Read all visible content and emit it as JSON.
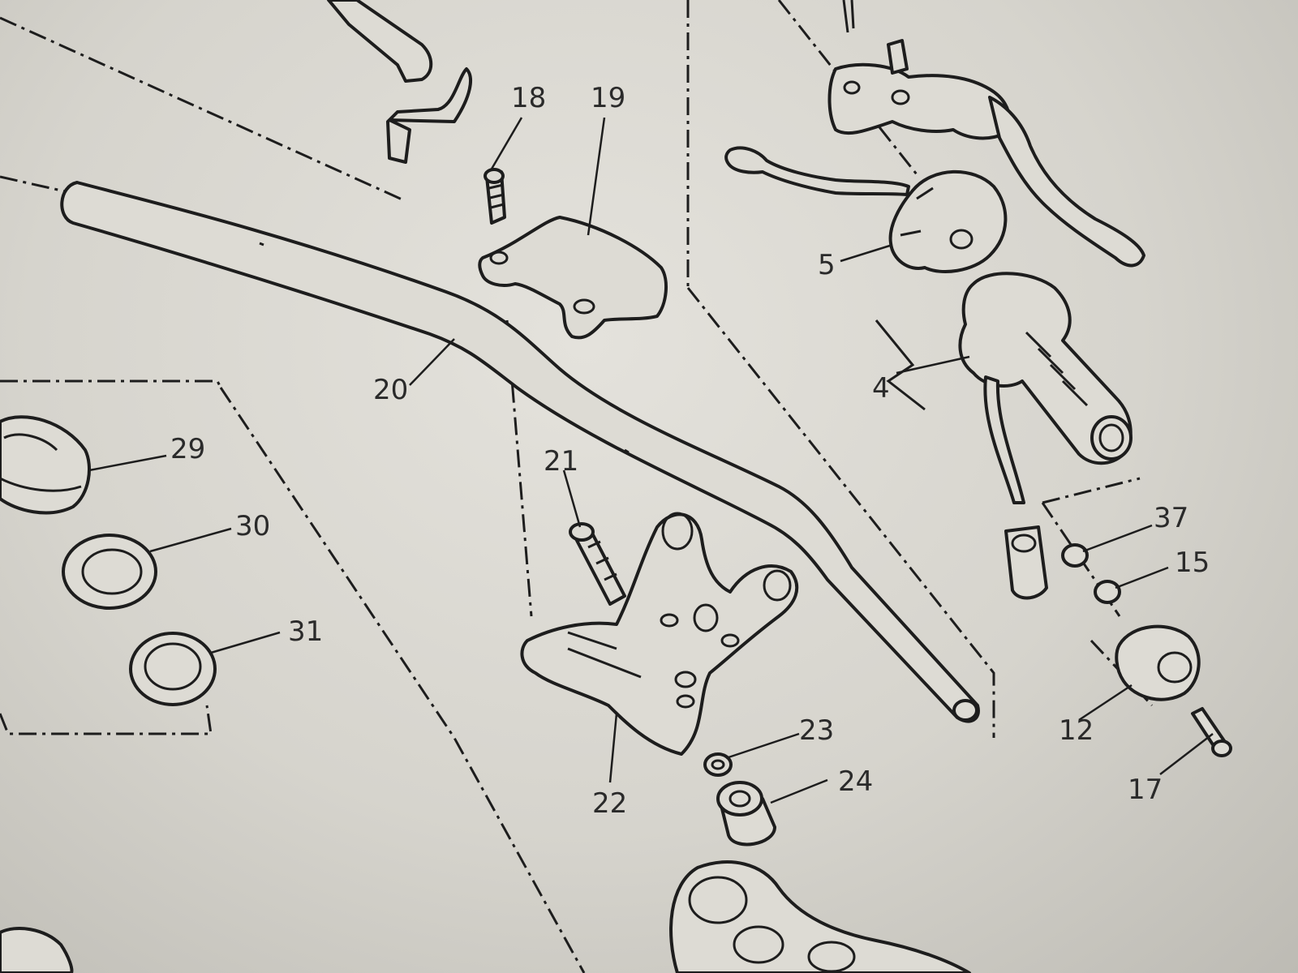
{
  "callouts": {
    "c18": "18",
    "c19": "19",
    "c5": "5",
    "c20": "20",
    "c4": "4",
    "c29": "29",
    "c21": "21",
    "c30": "30",
    "c37": "37",
    "c15": "15",
    "c31": "31",
    "c23": "23",
    "c12": "12",
    "c24": "24",
    "c22": "22",
    "c17": "17"
  }
}
